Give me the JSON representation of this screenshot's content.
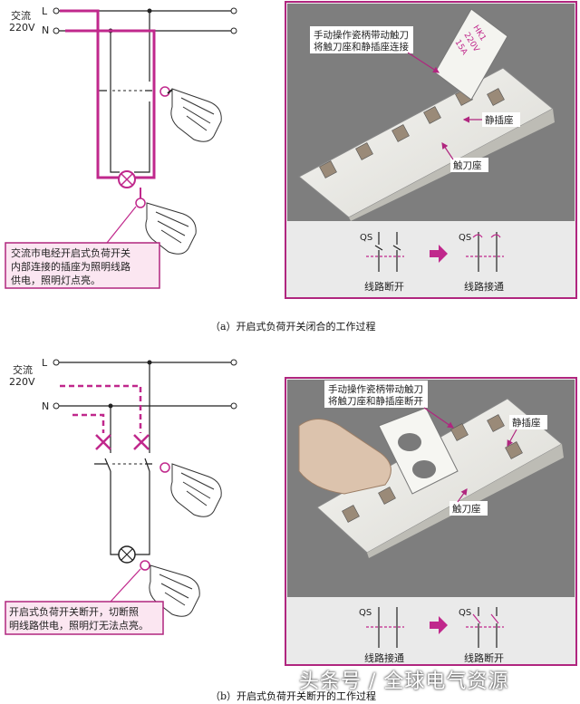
{
  "panel_a": {
    "source_label": "交流",
    "voltage_label": "220V",
    "line_l": "L",
    "line_n": "N",
    "callout_line1": "交流市电经开启式负荷开关",
    "callout_line2": "内部连接的插座为照明线路",
    "callout_line3": "供电，照明灯点亮。",
    "photo_label_top_1": "手动操作瓷柄带动触刀",
    "photo_label_top_2": "将触刀座和静插座连接",
    "photo_label_static": "静插座",
    "photo_label_blade": "触刀座",
    "handle_text_1": "HK1",
    "handle_text_2": "220V",
    "handle_text_3": "15A",
    "symbol_left_tag": "QS",
    "symbol_right_tag": "QS",
    "symbol_left_caption": "线路断开",
    "symbol_right_caption": "线路接通",
    "caption": "（a）开启式负荷开关闭合的工作过程"
  },
  "panel_b": {
    "source_label": "交流",
    "voltage_label": "220V",
    "line_l": "L",
    "line_n": "N",
    "callout_line1": "开启式负荷开关断开，切断照",
    "callout_line2": "明线路供电，照明灯无法点亮。",
    "photo_label_top_1": "手动操作瓷柄带动触刀",
    "photo_label_top_2": "将触刀座和静插座断开",
    "photo_label_static": "静插座",
    "photo_label_blade": "触刀座",
    "symbol_left_tag": "QS",
    "symbol_right_tag": "QS",
    "symbol_left_caption": "线路接通",
    "symbol_right_caption": "线路断开",
    "caption": "（b）开启式负荷开关断开的工作过程"
  },
  "watermark": "头条号 / 全球电气资源",
  "colors": {
    "accent": "#c0288c",
    "frame": "#b0267f",
    "panel_bg": "#eaeaea",
    "photo_bg": "#7e7e7e",
    "callout_bg": "#fbe6f1"
  }
}
